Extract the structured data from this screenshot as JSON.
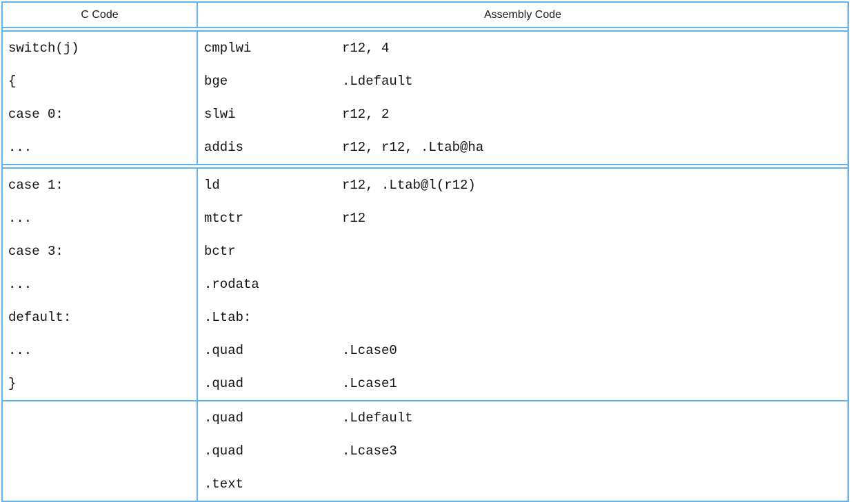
{
  "table": {
    "headers": {
      "c_code": "C Code",
      "assembly_code": "Assembly Code"
    },
    "border_color": "#5fb4f5",
    "text_color": "#111111",
    "sections": [
      {
        "c_lines": [
          "switch(j)",
          "{",
          "case 0:",
          "..."
        ],
        "asm_lines": [
          {
            "mnemonic": "cmplwi",
            "operands": "r12, 4"
          },
          {
            "mnemonic": "bge",
            "operands": ".Ldefault"
          },
          {
            "mnemonic": "slwi",
            "operands": "r12, 2"
          },
          {
            "mnemonic": "addis",
            "operands": "r12, r12, .Ltab@ha"
          }
        ]
      },
      {
        "c_lines": [
          "case 1:",
          "...",
          "case 3:",
          "...",
          "default:",
          "...",
          "}"
        ],
        "asm_lines": [
          {
            "mnemonic": "ld",
            "operands": "r12, .Ltab@l(r12)"
          },
          {
            "mnemonic": "mtctr",
            "operands": "r12"
          },
          {
            "mnemonic": "bctr",
            "operands": ""
          },
          {
            "mnemonic": ".rodata",
            "operands": ""
          },
          {
            "mnemonic": ".Ltab:",
            "operands": ""
          },
          {
            "mnemonic": ".quad",
            "operands": ".Lcase0"
          },
          {
            "mnemonic": ".quad",
            "operands": ".Lcase1"
          }
        ]
      },
      {
        "c_lines": [],
        "asm_lines": [
          {
            "mnemonic": ".quad",
            "operands": ".Ldefault"
          },
          {
            "mnemonic": ".quad",
            "operands": ".Lcase3"
          },
          {
            "mnemonic": ".text",
            "operands": ""
          }
        ]
      }
    ]
  }
}
